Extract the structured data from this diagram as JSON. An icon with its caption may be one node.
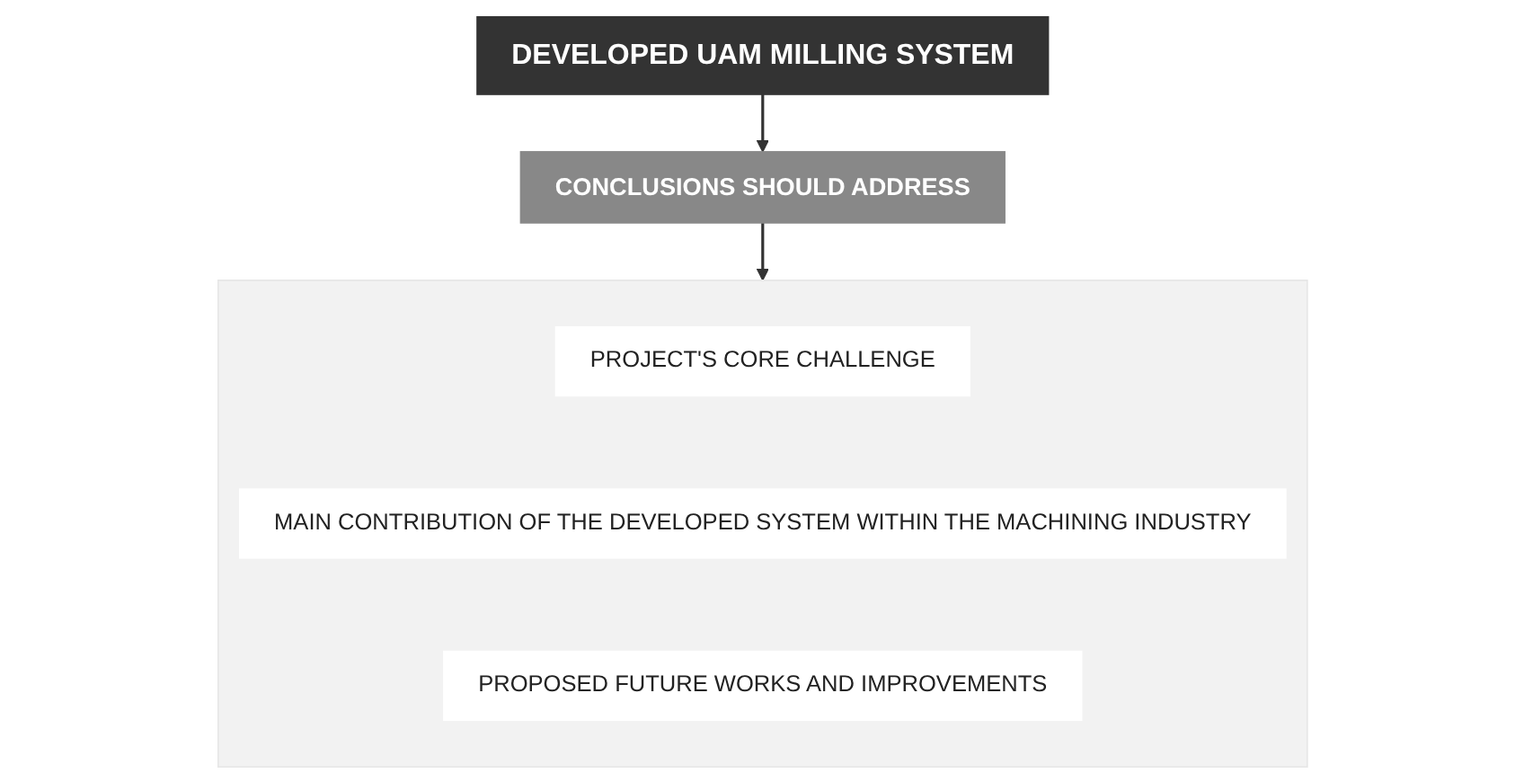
{
  "diagram": {
    "nodes": [
      {
        "text": [
          "DEVELOPED UAM MILLING SYSTEM"
        ]
      },
      {
        "text": [
          "CONCLUSIONS SHOULD ADDRESS"
        ]
      },
      {
        "text": [],
        "shape": "box"
      },
      {
        "text": [
          "PROJECT'S CORE CHALLENGE"
        ],
        "in": 2
      },
      {
        "text": [
          "MAIN CONTRIBUTION OF THE DEVELOPED SYSTEM WITHIN THE MACHINING INDUSTRY"
        ],
        "in": 2
      },
      {
        "text": [
          "PROPOSED FUTURE WORKS AND IMPROVEMENTS"
        ],
        "in": 2
      }
    ],
    "edges": [
      {
        "from": 0,
        "to": 1,
        "arrow": "to"
      },
      {
        "from": 1,
        "to": 2,
        "arrow": "to"
      }
    ]
  }
}
